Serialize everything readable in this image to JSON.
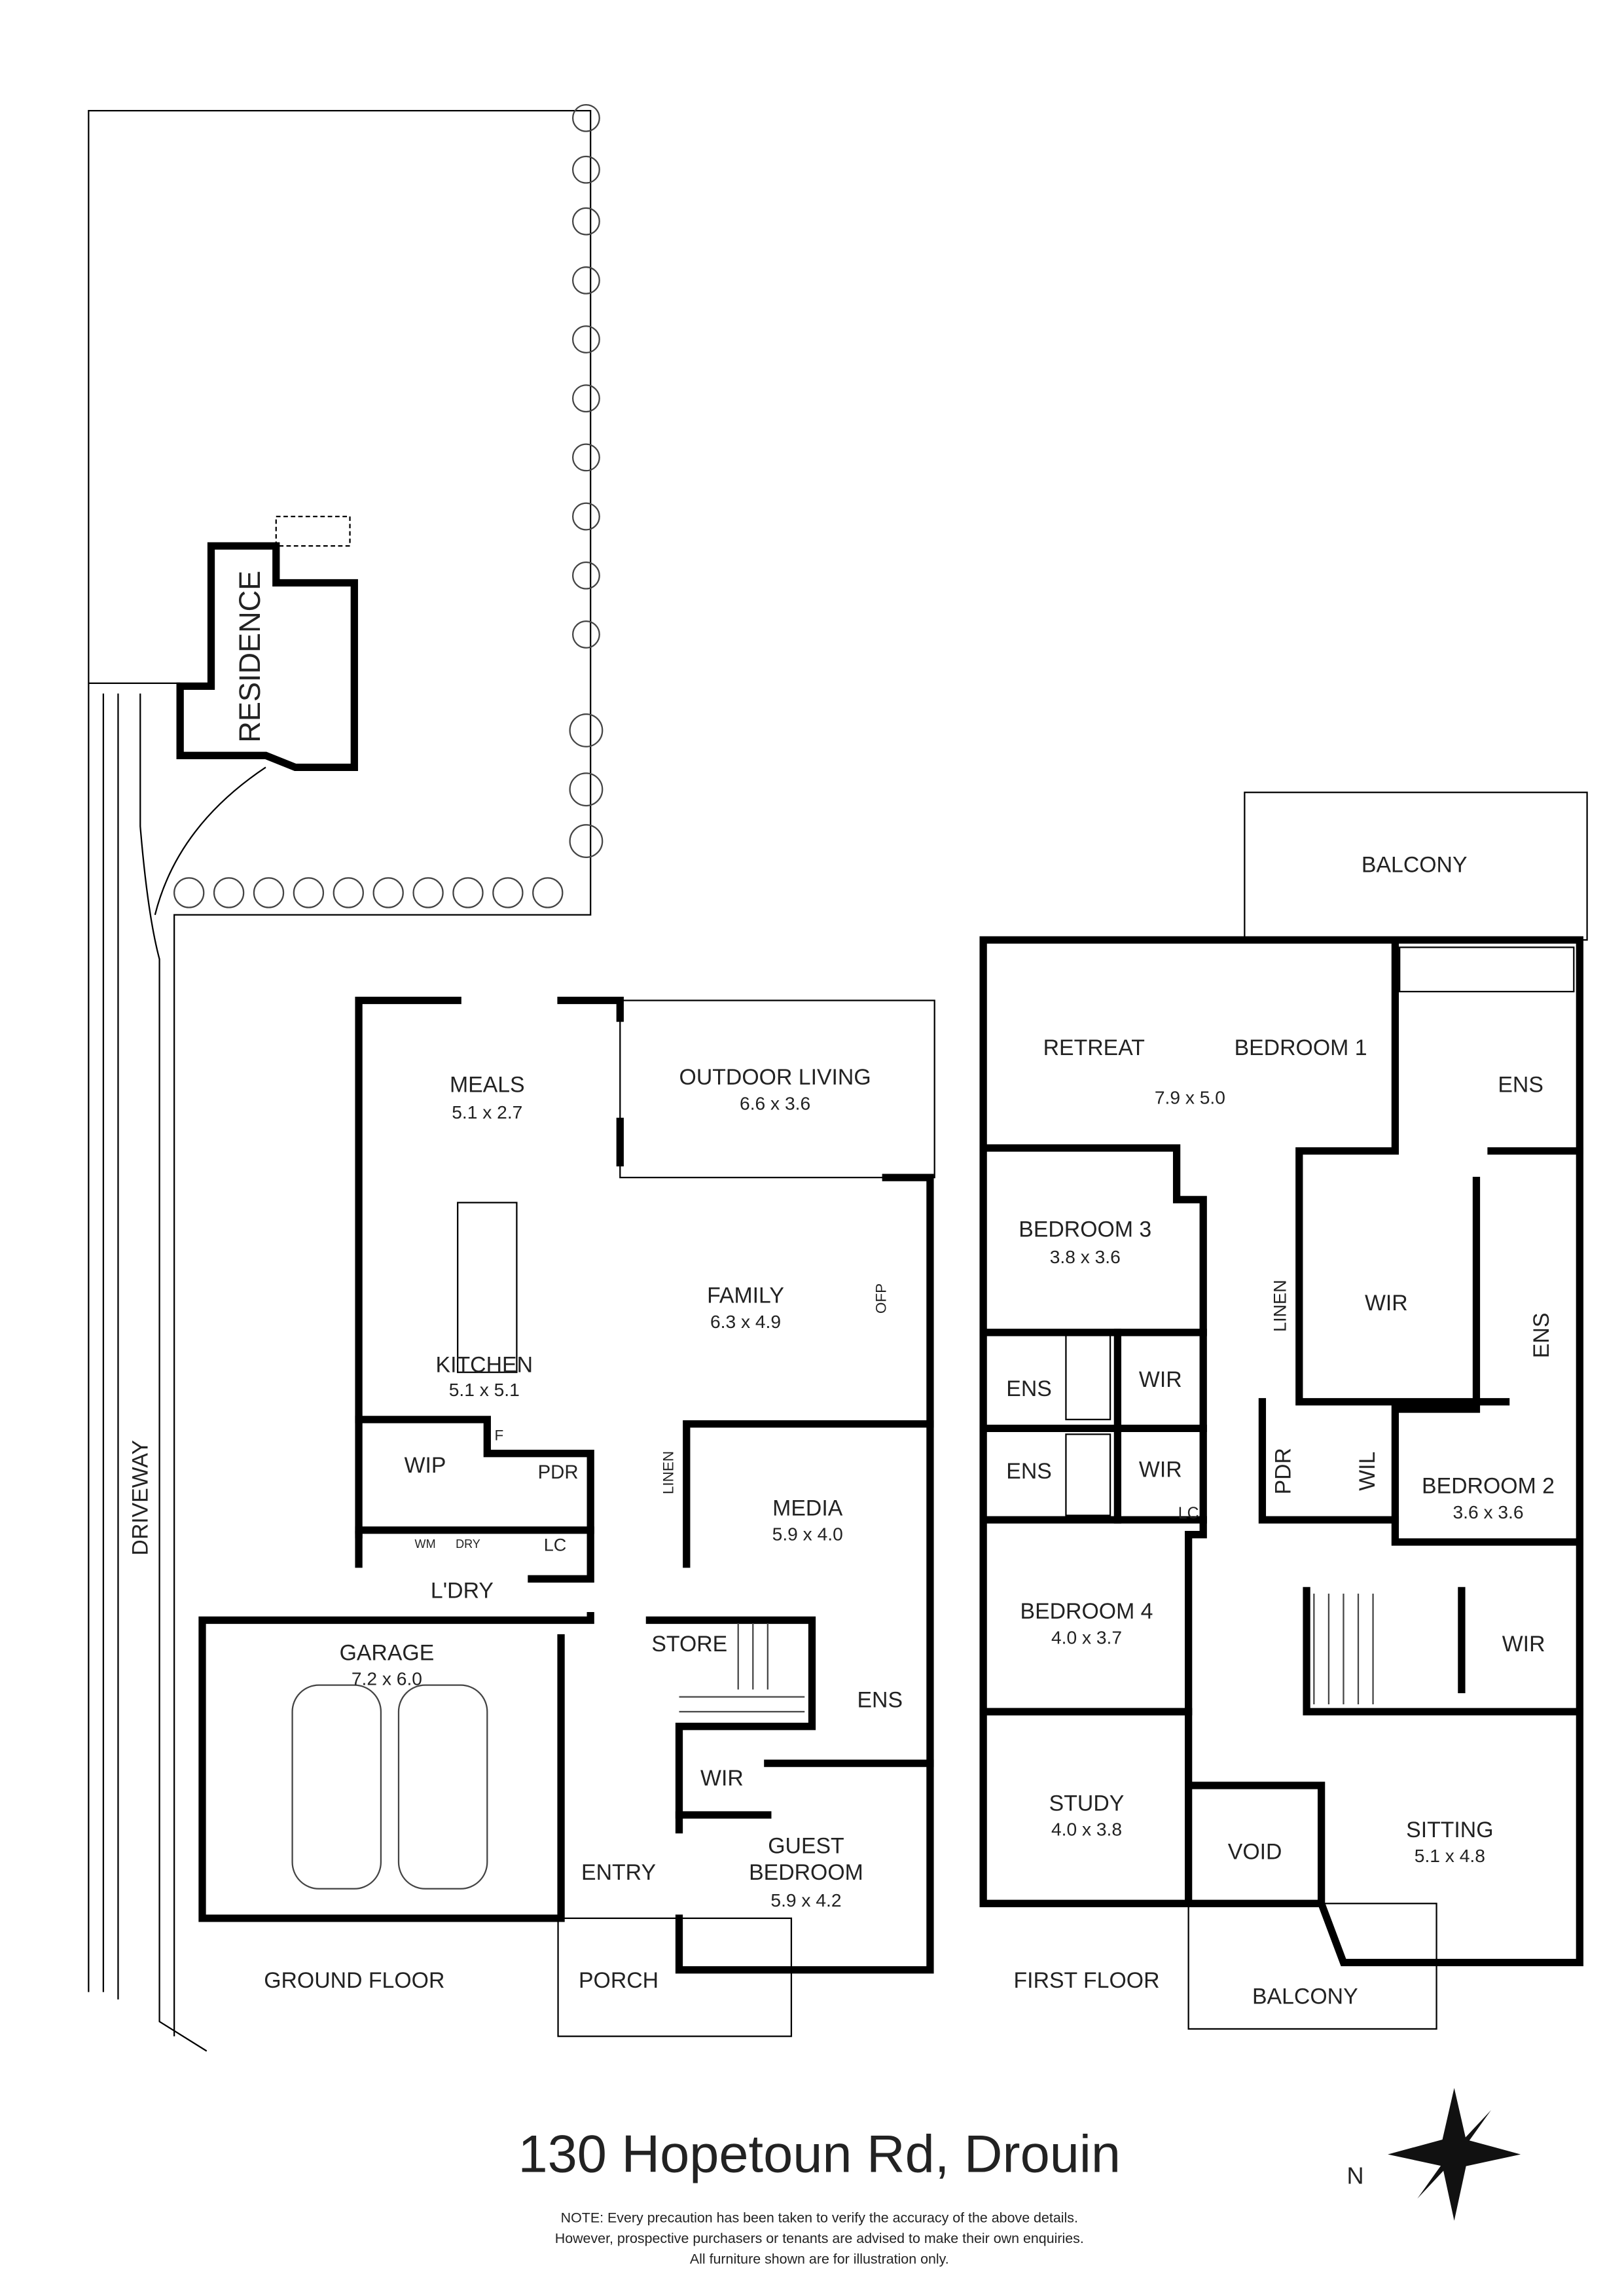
{
  "title": "130 Hopetoun Rd, Drouin",
  "note": [
    "NOTE: Every precaution has been taken to verify the accuracy of the above details.",
    "However, prospective purchasers or tenants are advised to make their own enquiries.",
    "All furniture shown are for illustration only."
  ],
  "compass": {
    "north_label": "N"
  },
  "site": {
    "driveway": "DRIVEWAY",
    "residence": "RESIDENCE"
  },
  "ground_floor": {
    "label": "GROUND FLOOR",
    "rooms": {
      "meals": {
        "name": "MEALS",
        "dim": "5.1 x 2.7"
      },
      "outdoor_living": {
        "name": "OUTDOOR LIVING",
        "dim": "6.6 x 3.6"
      },
      "family": {
        "name": "FAMILY",
        "dim": "6.3 x 4.9"
      },
      "ofp": {
        "name": "OFP"
      },
      "kitchen": {
        "name": "KITCHEN",
        "dim": "5.1 x 5.1"
      },
      "wip": {
        "name": "WIP"
      },
      "fridge": {
        "name": "F"
      },
      "pdr": {
        "name": "PDR"
      },
      "linen": {
        "name": "LINEN"
      },
      "media": {
        "name": "MEDIA",
        "dim": "5.9 x 4.0"
      },
      "wm": {
        "name": "WM"
      },
      "dry": {
        "name": "DRY"
      },
      "lc": {
        "name": "LC"
      },
      "laundry": {
        "name": "L'DRY"
      },
      "garage": {
        "name": "GARAGE",
        "dim": "7.2 x 6.0"
      },
      "store": {
        "name": "STORE"
      },
      "ens": {
        "name": "ENS"
      },
      "wir": {
        "name": "WIR"
      },
      "guest_bedroom": {
        "name1": "GUEST",
        "name2": "BEDROOM",
        "dim": "5.9 x 4.2"
      },
      "entry": {
        "name": "ENTRY"
      },
      "porch": {
        "name": "PORCH"
      }
    }
  },
  "first_floor": {
    "label": "FIRST FLOOR",
    "rooms": {
      "balcony_top": {
        "name": "BALCONY"
      },
      "retreat": {
        "name": "RETREAT"
      },
      "bedroom1": {
        "name": "BEDROOM 1",
        "dim": "7.9 x 5.0"
      },
      "ens1": {
        "name": "ENS"
      },
      "bedroom3": {
        "name": "BEDROOM 3",
        "dim": "3.8 x 3.6"
      },
      "linen": {
        "name": "LINEN"
      },
      "wir1": {
        "name": "WIR"
      },
      "ens_side": {
        "name": "ENS"
      },
      "ens3": {
        "name": "ENS"
      },
      "wir3": {
        "name": "WIR"
      },
      "ens4": {
        "name": "ENS"
      },
      "wir4": {
        "name": "WIR"
      },
      "lc": {
        "name": "LC"
      },
      "pdr": {
        "name": "PDR"
      },
      "wil": {
        "name": "WIL"
      },
      "bedroom2": {
        "name": "BEDROOM 2",
        "dim": "3.6 x 3.6"
      },
      "bedroom4": {
        "name": "BEDROOM 4",
        "dim": "4.0 x 3.7"
      },
      "wir2": {
        "name": "WIR"
      },
      "study": {
        "name": "STUDY",
        "dim": "4.0 x 3.8"
      },
      "void": {
        "name": "VOID"
      },
      "sitting": {
        "name": "SITTING",
        "dim": "5.1 x 4.8"
      },
      "balcony_bottom": {
        "name": "BALCONY"
      }
    }
  }
}
